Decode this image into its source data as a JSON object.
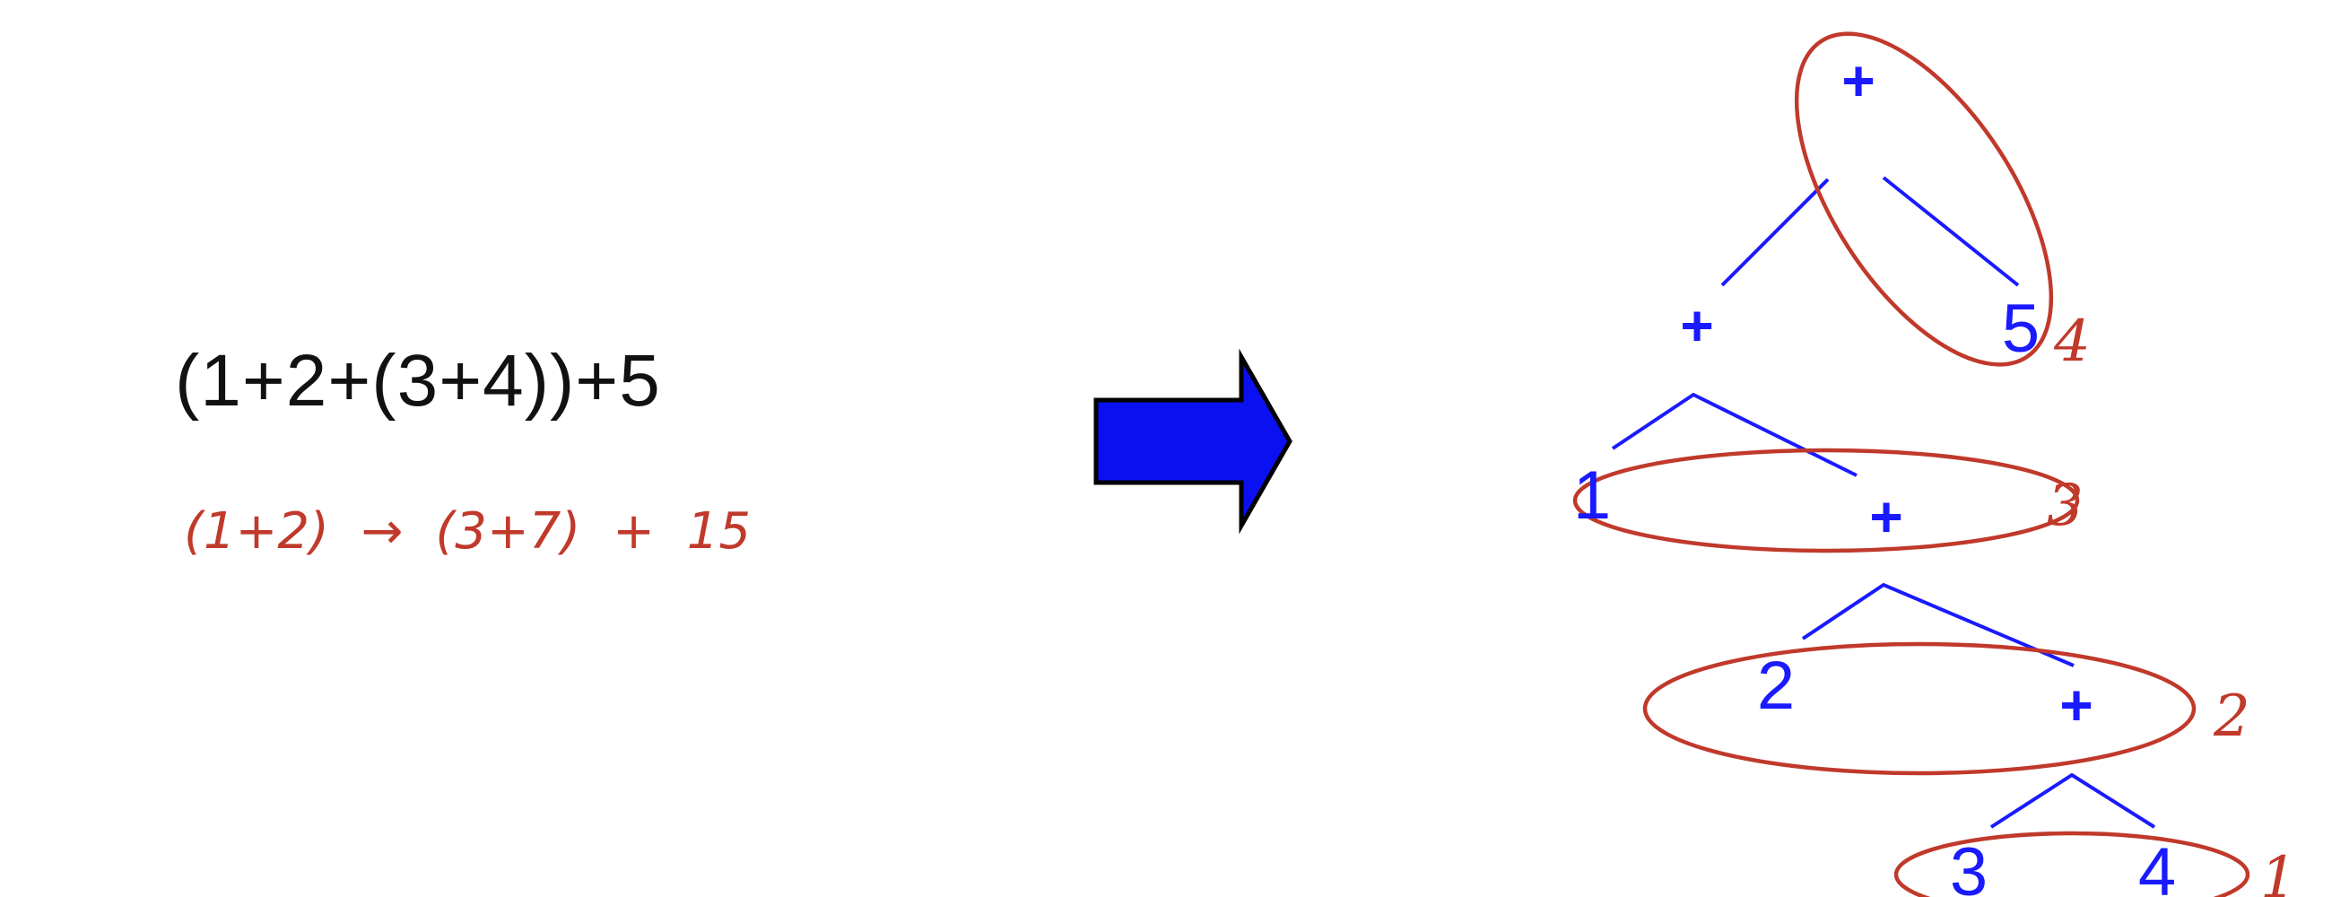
{
  "expression": "(1+2+(3+4))+5",
  "note": "(1+2) → (3+7) + 15",
  "tree": {
    "root_op": "+",
    "level1": {
      "op": "+",
      "leaf": "5",
      "order": "4"
    },
    "level2": {
      "leaf": "1",
      "op": "+",
      "order": "3"
    },
    "level3": {
      "leaf": "2",
      "op": "+",
      "order": "2"
    },
    "level4": {
      "left": "3",
      "right": "4",
      "order": "1"
    }
  },
  "colors": {
    "tree": "#1a1aff",
    "annotation": "#c0392b",
    "arrow": "#0a10f0",
    "text": "#111111"
  },
  "arrow_icon": "right-arrow-icon"
}
